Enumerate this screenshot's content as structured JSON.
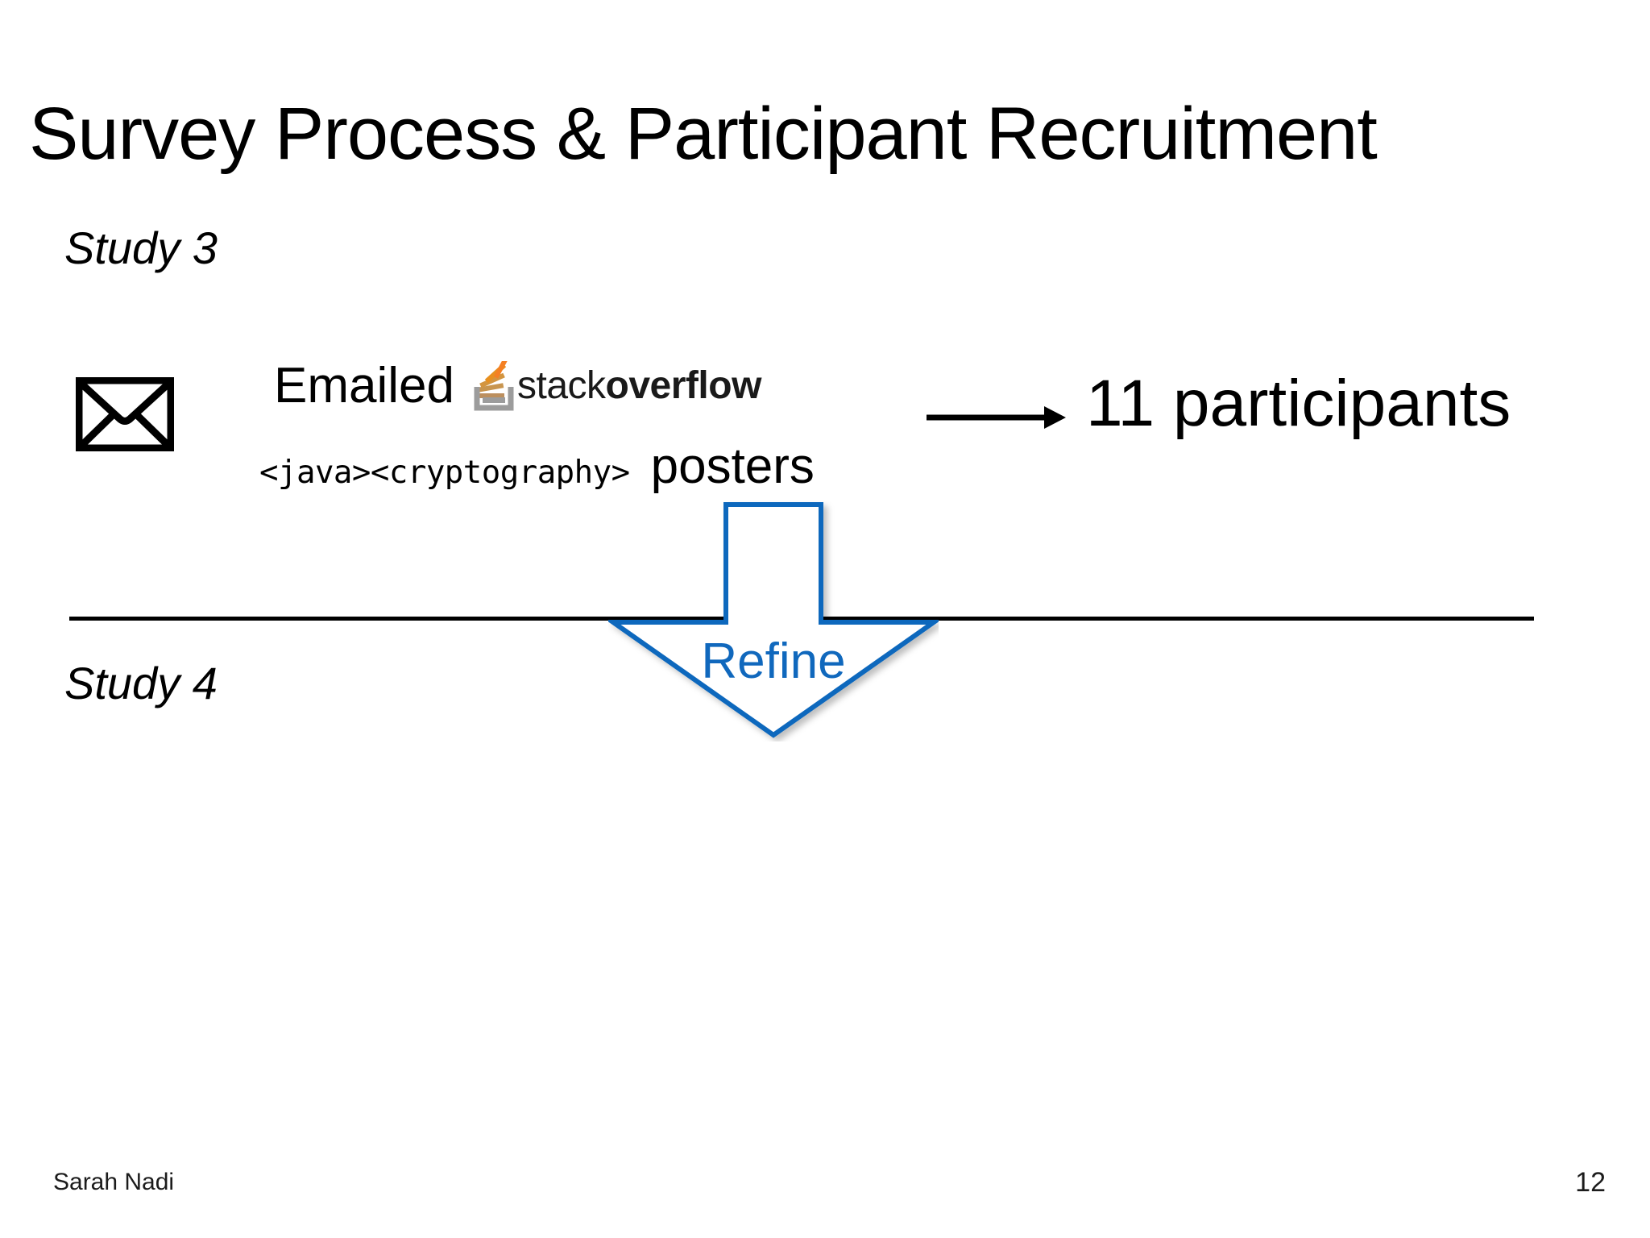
{
  "slide": {
    "title": "Survey Process & Participant Recruitment",
    "background_color": "#ffffff",
    "text_color": "#000000"
  },
  "sections": {
    "study3": {
      "label": "Study 3",
      "envelope_icon": "envelope-icon",
      "emailed_word": "Emailed",
      "stackoverflow": {
        "logo_icon": "stackoverflow-logo-icon",
        "wordmark_light": "stack",
        "wordmark_bold": "overflow",
        "logo_tray_color": "#9c9c9c",
        "logo_bar_colors": [
          "#bc8f5e",
          "#c8954f",
          "#da8f2e",
          "#ef8b1f",
          "#f48024"
        ]
      },
      "tags": "<java><cryptography>",
      "posters_word": "posters",
      "flow_arrow_icon": "arrow-right-icon",
      "result": "11 participants"
    },
    "study4": {
      "label": "Study 4"
    }
  },
  "refine": {
    "label": "Refine",
    "arrow_icon": "arrow-down-icon",
    "stroke_color": "#1068bd",
    "fill_color": "#ffffff"
  },
  "divider": {
    "color": "#000000"
  },
  "footer": {
    "author": "Sarah Nadi",
    "page_number": "12"
  }
}
